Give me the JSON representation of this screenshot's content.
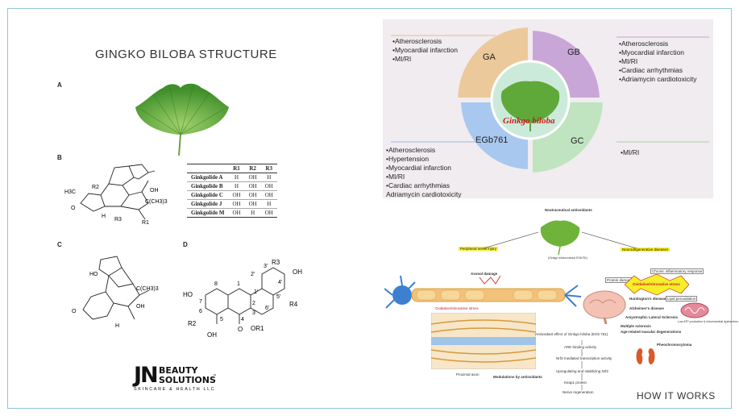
{
  "left": {
    "title": "GINGKO BILOBA STRUCTURE",
    "panel_labels": [
      "A",
      "B",
      "C",
      "D"
    ],
    "table": {
      "headers": [
        "",
        "R1",
        "R2",
        "R3"
      ],
      "rows": [
        [
          "Ginkgolide A",
          "H",
          "OH",
          "H"
        ],
        [
          "Ginkgolide B",
          "H",
          "OH",
          "OH"
        ],
        [
          "Ginkgolide C",
          "OH",
          "OH",
          "OH"
        ],
        [
          "Ginkgolide J",
          "OH",
          "OH",
          "H"
        ],
        [
          "Ginkgolide M",
          "OH",
          "H",
          "OH"
        ]
      ]
    },
    "struct_b": {
      "h3c": "H3C",
      "r2": "R2",
      "oh": "OH",
      "c_ch3": "C(CH3)3",
      "r3": "R3",
      "r1": "R1",
      "h": "H",
      "o": "O"
    },
    "struct_c": {
      "ho": "HO",
      "c_ch3": "C(CH3)3",
      "oh": "OH",
      "h": "H",
      "o": "O"
    },
    "struct_d": {
      "ho_left": "HO",
      "oh_right": "OH",
      "r3": "R3",
      "r4": "R4",
      "r2": "R2",
      "oh_bottom": "OH",
      "or1": "OR1",
      "o": "O",
      "nums": [
        "8",
        "1",
        "2'",
        "3'",
        "4'",
        "7",
        "1'",
        "5'",
        "6",
        "6'",
        "2",
        "3",
        "5",
        "4"
      ]
    },
    "logo": {
      "jn": "JN",
      "line1": "BEAUTY",
      "line2": "SOLUTIONS",
      "tm": "™",
      "tagline": "SKINCARE & HEALTH LLC"
    }
  },
  "right_top": {
    "quadrants": [
      "GA",
      "GB",
      "EGb761",
      "GC"
    ],
    "center_label": "Ginkgo biloba",
    "ga_list": [
      "•Atherosclerosis",
      "•Myocardial infarction",
      "•MI/RI"
    ],
    "gb_list": [
      "•Atherosclerosis",
      "•Myocardial infarction",
      "•MI/RI",
      "•Cardiac arrhythmias",
      "•Adriamycin cardiotoxicity"
    ],
    "egb_list": [
      "•Atherosclerosis",
      "•Hypertension",
      "•Myocardial infarction",
      "•MI/RI",
      "•Cardiac arrhythmias",
      "Adriamycin cardiotoxicity"
    ],
    "gc_list": [
      "•MI/RI"
    ],
    "colors": {
      "ga": "#ecc99a",
      "gb": "#c9a6d8",
      "egb": "#a9c8f0",
      "gc": "#bfe4bf",
      "center": "#ccead9",
      "bg": "#f1ecf0"
    }
  },
  "right_bottom": {
    "header": "Neutraceutical antioxidants",
    "leaf_caption": "(Ginkgo biloba extract EGb761)",
    "left_tag": "Peripheral nerve injury",
    "right_tag": "Neurodegenerative diseases",
    "axonal_damage": "Axonal damage",
    "oxidative_left": "Oxidative/nitrosative stress",
    "proximal_axon": "Proximal axon",
    "modulations": "Modulations by antioxidants",
    "effect_title": "Antioxidant effect of Ginkgo biloba (EGb 761)",
    "flow": [
      "ARE binding activity",
      "Nrf2-mediated transcription activity",
      "Upregulating and stabilizing Nrf2",
      "Keap1 protein",
      "Nerve regeneration"
    ],
    "chronic": "Chronic inflammatory response",
    "protein_damage": "Protein damage",
    "oxidative_right": "Oxidative/nitrosative stress",
    "lipid": "Lipid peroxidation",
    "diseases": [
      "Huntington's disease",
      "Alzheimer's disease",
      "Amyotrophic Lateral Sclerosis",
      "Multiple sclerosis",
      "Age-related macular degenerations"
    ],
    "low_atp": "Low ATP production & mitochondrial dysfunction",
    "pheo": "Pheochromocytoma",
    "how": "HOW IT WORKS"
  }
}
